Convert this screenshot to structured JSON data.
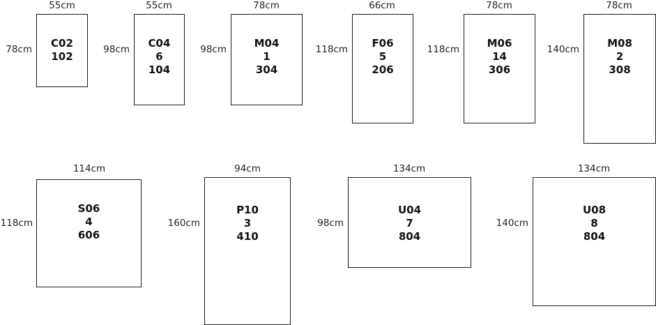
{
  "panels": [
    {
      "width_label": "55cm",
      "height_label": "78cm",
      "lines": [
        "C02",
        "102"
      ]
    },
    {
      "width_label": "55cm",
      "height_label": "98cm",
      "lines": [
        "C04",
        "6",
        "104"
      ]
    },
    {
      "width_label": "78cm",
      "height_label": "98cm",
      "lines": [
        "M04",
        "1",
        "304"
      ]
    },
    {
      "width_label": "66cm",
      "height_label": "118cm",
      "lines": [
        "F06",
        "5",
        "206"
      ]
    },
    {
      "width_label": "78cm",
      "height_label": "118cm",
      "lines": [
        "M06",
        "14",
        "306"
      ]
    },
    {
      "width_label": "78cm",
      "height_label": "140cm",
      "lines": [
        "M08",
        "2",
        "308"
      ]
    },
    {
      "width_label": "114cm",
      "height_label": "118cm",
      "lines": [
        "S06",
        "4",
        "606"
      ]
    },
    {
      "width_label": "94cm",
      "height_label": "160cm",
      "lines": [
        "P10",
        "3",
        "410"
      ]
    },
    {
      "width_label": "134cm",
      "height_label": "98cm",
      "lines": [
        "U04",
        "7",
        "804"
      ]
    },
    {
      "width_label": "134cm",
      "height_label": "140cm",
      "lines": [
        "U08",
        "8",
        "804"
      ]
    }
  ]
}
